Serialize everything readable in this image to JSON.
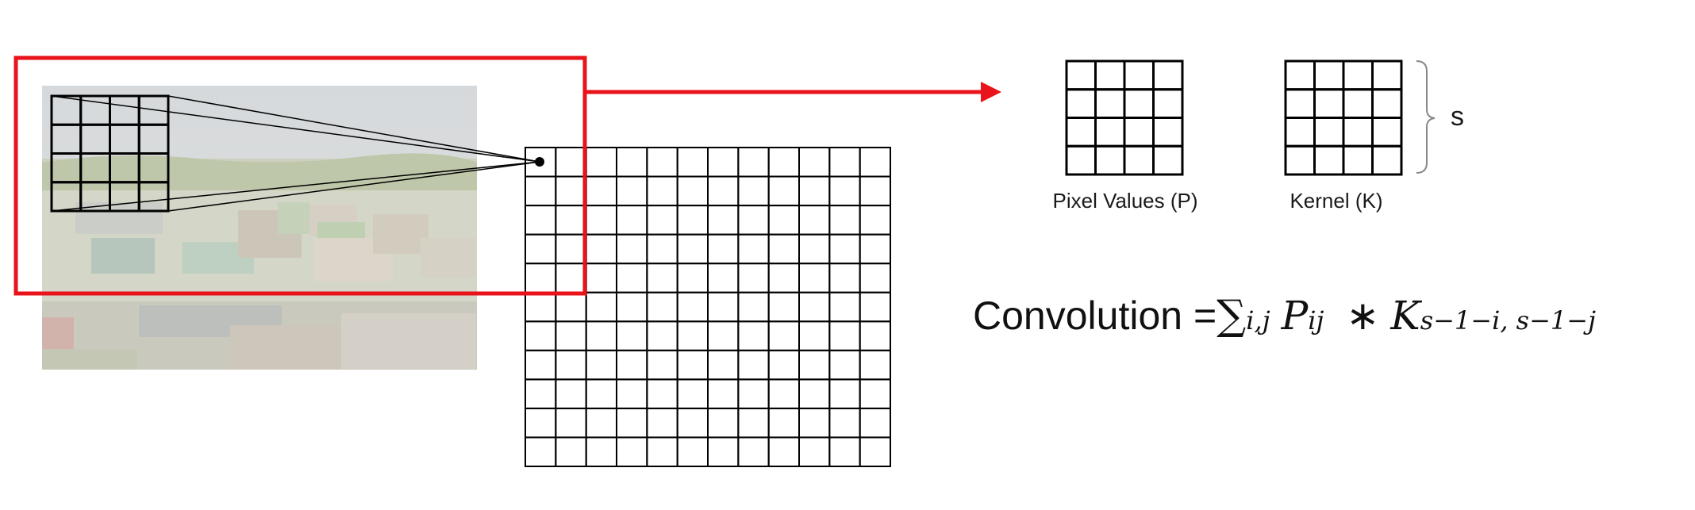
{
  "labels": {
    "pixel_values": "Pixel Values (P)",
    "kernel": "Kernel (K)",
    "size": "s"
  },
  "formula": {
    "lhs": "Convolution = ",
    "sum_symbol": "∑",
    "sum_index": "i,j",
    "p_symbol": "P",
    "p_index": "ij",
    "operator": "∗",
    "k_symbol": "K",
    "k_index": "s−1−i, s−1−j"
  },
  "colors": {
    "highlight": "#e8131b",
    "grid": "#000000"
  },
  "icons": {
    "photo": "campus-photo"
  }
}
